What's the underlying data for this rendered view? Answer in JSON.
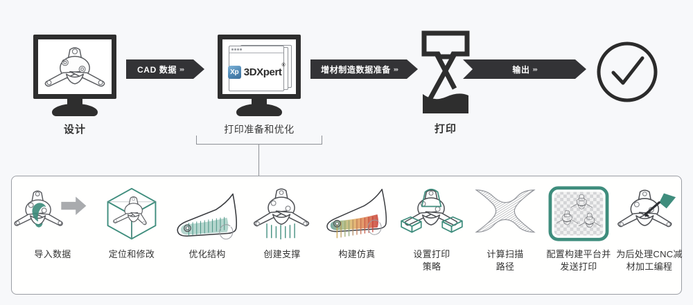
{
  "diagram": {
    "title": "3DXpert additive manufacturing workflow",
    "background_color": "#f7f8fa",
    "accent_color": "#3f8d7d",
    "arrow_color": "#333336",
    "dark_color": "#2e2e2e"
  },
  "top_row": {
    "stages": [
      {
        "id": "design",
        "label": "设计",
        "icon": "monitor-icon"
      },
      {
        "id": "print-prep",
        "label": "打印准备和优化",
        "icon": "monitor-software-icon"
      },
      {
        "id": "print",
        "label": "打印",
        "icon": "3d-printer-icon"
      },
      {
        "id": "done",
        "label": "",
        "icon": "check-circle-icon"
      }
    ],
    "arrows": [
      {
        "id": "cad-data",
        "label": "CAD 数据",
        "chevrons": "›››"
      },
      {
        "id": "am-data-prep",
        "label": "增材制造数据准备",
        "chevrons": "›››"
      },
      {
        "id": "output",
        "label": "输出",
        "chevrons": "›››"
      }
    ],
    "software_logo": {
      "badge_text": "Xp",
      "name": "3DXpert",
      "trademark": "®",
      "badge_color": "#4e87b4"
    }
  },
  "bottom_panel": {
    "steps": [
      {
        "id": "import-data",
        "label": "导入数据",
        "icon": "import-part-arrow-icon"
      },
      {
        "id": "position-modify",
        "label": "定位和修改",
        "icon": "part-in-bounding-box-icon"
      },
      {
        "id": "optimize-structure",
        "label": "优化结构",
        "icon": "lattice-structure-icon"
      },
      {
        "id": "create-supports",
        "label": "创建支撑",
        "icon": "support-structures-icon"
      },
      {
        "id": "build-simulation",
        "label": "构建仿真",
        "icon": "thermal-simulation-icon"
      },
      {
        "id": "print-strategy",
        "label": "设置打印\n策略",
        "icon": "print-strategy-icon"
      },
      {
        "id": "scan-path",
        "label": "计算扫描\n路径",
        "icon": "scan-path-icon"
      },
      {
        "id": "build-platform",
        "label": "配置构建平台并\n发送打印",
        "icon": "build-platform-icon"
      },
      {
        "id": "cnc-programming",
        "label": "为后处理CNC减\n材加工编程",
        "icon": "cnc-tool-icon"
      }
    ]
  }
}
